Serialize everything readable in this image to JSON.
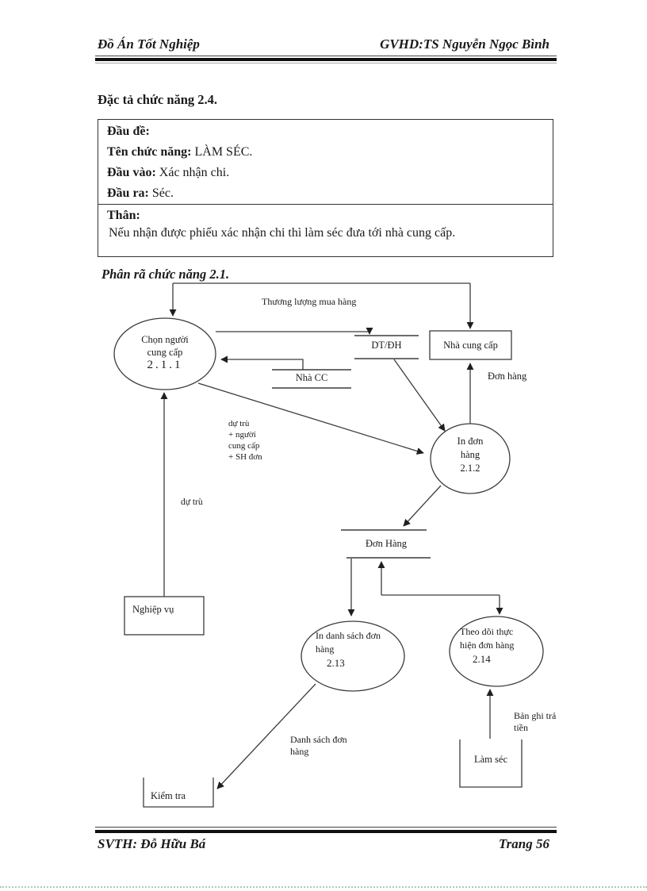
{
  "header": {
    "left": "Đồ Án Tốt Nghiệp",
    "right": "GVHD:TS Nguyễn Ngọc Bình"
  },
  "footer": {
    "left": "SVTH: Đỗ Hữu Bá",
    "right": "Trang 56"
  },
  "spec": {
    "heading": "Đặc tả chức năng 2.4.",
    "head_label": "Đầu đề:",
    "fields": [
      {
        "label": "Tên chức năng:",
        "value": " LÀM SÉC."
      },
      {
        "label": "Đầu vào:",
        "value": " Xác nhận chi."
      },
      {
        "label": "Đầu ra:",
        "value": " Séc."
      }
    ],
    "body_label": "Thân:",
    "body_text": "Nếu nhận được phiếu xác nhận chi thì làm séc đưa tới nhà cung cấp."
  },
  "diagram": {
    "heading": "Phân rã chức năng 2.1.",
    "p1": {
      "l1": "Chọn người",
      "l2": "cung cấp",
      "num": "2.1.1"
    },
    "p2": {
      "l1": "In đơn",
      "l2": "hàng",
      "num": "2.1.2"
    },
    "p3": {
      "l1": "In danh sách đơn",
      "l2": "hàng",
      "num": "2.13"
    },
    "p4": {
      "l1": "Theo dõi thực",
      "l2": "hiện đơn hàng",
      "num": "2.14"
    },
    "store_dtdh": "DT/ĐH",
    "store_nhacc": "Nhà CC",
    "store_donhang": "Đơn Hàng",
    "entity_nhacungcap": "Nhà cung cấp",
    "entity_nghiepvu": "Nghiệp vụ",
    "sink_lamsec": "Làm séc",
    "sink_kiemtra": "Kiểm tra",
    "flow_thuongluong": "Thương lượng mua hàng",
    "flow_donhang": "Đơn hàng",
    "flow_dutru": "dự trù",
    "flow_dutru_multi": {
      "l1": "dự trù",
      "l2": "+ người",
      "l3": "cung cấp",
      "l4": "+ SH đơn"
    },
    "flow_danhsach": {
      "l1": "Danh sách đơn",
      "l2": "hàng"
    },
    "flow_banghi": {
      "l1": "Bản ghi trả",
      "l2": "tiền"
    }
  }
}
